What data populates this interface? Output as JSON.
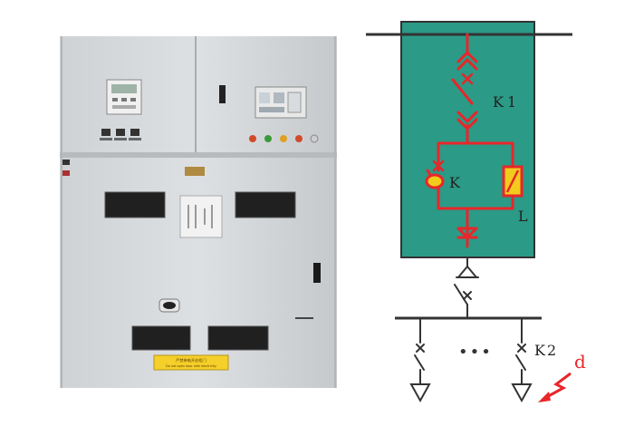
{
  "figure": {
    "photo": {
      "warning_label_lines": [
        "严禁带电开启柜门",
        "Do not open door with electricity"
      ]
    },
    "schematic": {
      "labels": {
        "k1": "K1",
        "k": "K",
        "l": "L",
        "k2": "K2",
        "d": "d",
        "ellipsis": "•••"
      },
      "colors": {
        "cabinet_fill": "#2b9a86",
        "circuit": "#e8262a",
        "inductor_fill": "#f2cc1c",
        "fault_arrow": "#e8262a",
        "line": "#333333"
      }
    }
  }
}
